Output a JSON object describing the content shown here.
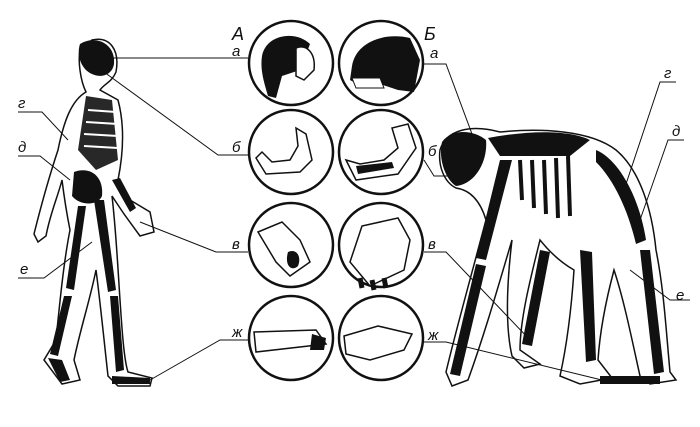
{
  "column_labels": {
    "human": "А",
    "ape": "Б"
  },
  "detail_labels": {
    "human": [
      "а",
      "б",
      "в",
      "ж"
    ],
    "ape": [
      "а",
      "б",
      "в",
      "ж"
    ]
  },
  "human_figure_labels": [
    "г",
    "д",
    "е"
  ],
  "ape_figure_labels": [
    "г",
    "д",
    "е"
  ],
  "panels": {
    "human": [
      "skull",
      "jaw",
      "hand",
      "foot"
    ],
    "ape": [
      "skull",
      "jaw",
      "hand",
      "foot"
    ]
  }
}
